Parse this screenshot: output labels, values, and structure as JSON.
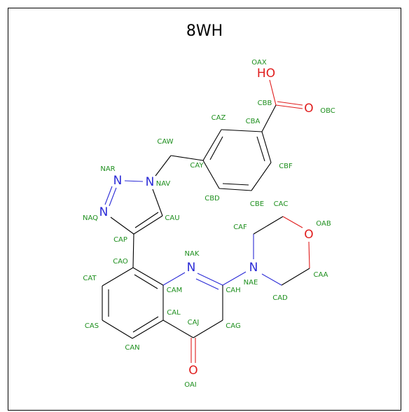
{
  "title": "8WH",
  "colors": {
    "carbon_bond": "#000000",
    "nitrogen": "#2b2bd6",
    "oxygen": "#e01d1d",
    "atom_name": "#1e8f1e"
  },
  "atom_names": {
    "OAX": "OAX",
    "CBB": "CBB",
    "OBC": "OBC",
    "CAZ": "CAZ",
    "CBA": "CBA",
    "CAW": "CAW",
    "CAY": "CAY",
    "CBF": "CBF",
    "CBD": "CBD",
    "CBE": "CBE",
    "NAR": "NAR",
    "NAV": "NAV",
    "NAQ": "NAQ",
    "CAU": "CAU",
    "CAP": "CAP",
    "CAC": "CAC",
    "OAB": "OAB",
    "CAF": "CAF",
    "NAK": "NAK",
    "CAO": "CAO",
    "CAT": "CAT",
    "CAM": "CAM",
    "CAH": "CAH",
    "NAE": "NAE",
    "CAA": "CAA",
    "CAD": "CAD",
    "CAL": "CAL",
    "CAS": "CAS",
    "CAJ": "CAJ",
    "CAG": "CAG",
    "CAN": "CAN",
    "OAI": "OAI"
  },
  "symbols": {
    "HO": "HO",
    "O_carbonyl_acid": "O",
    "N_NAR": "N",
    "N_NAV": "N",
    "N_NAQ": "N",
    "N_NAK": "N",
    "N_NAE": "N",
    "O_OAB": "O",
    "O_OAI": "O"
  }
}
